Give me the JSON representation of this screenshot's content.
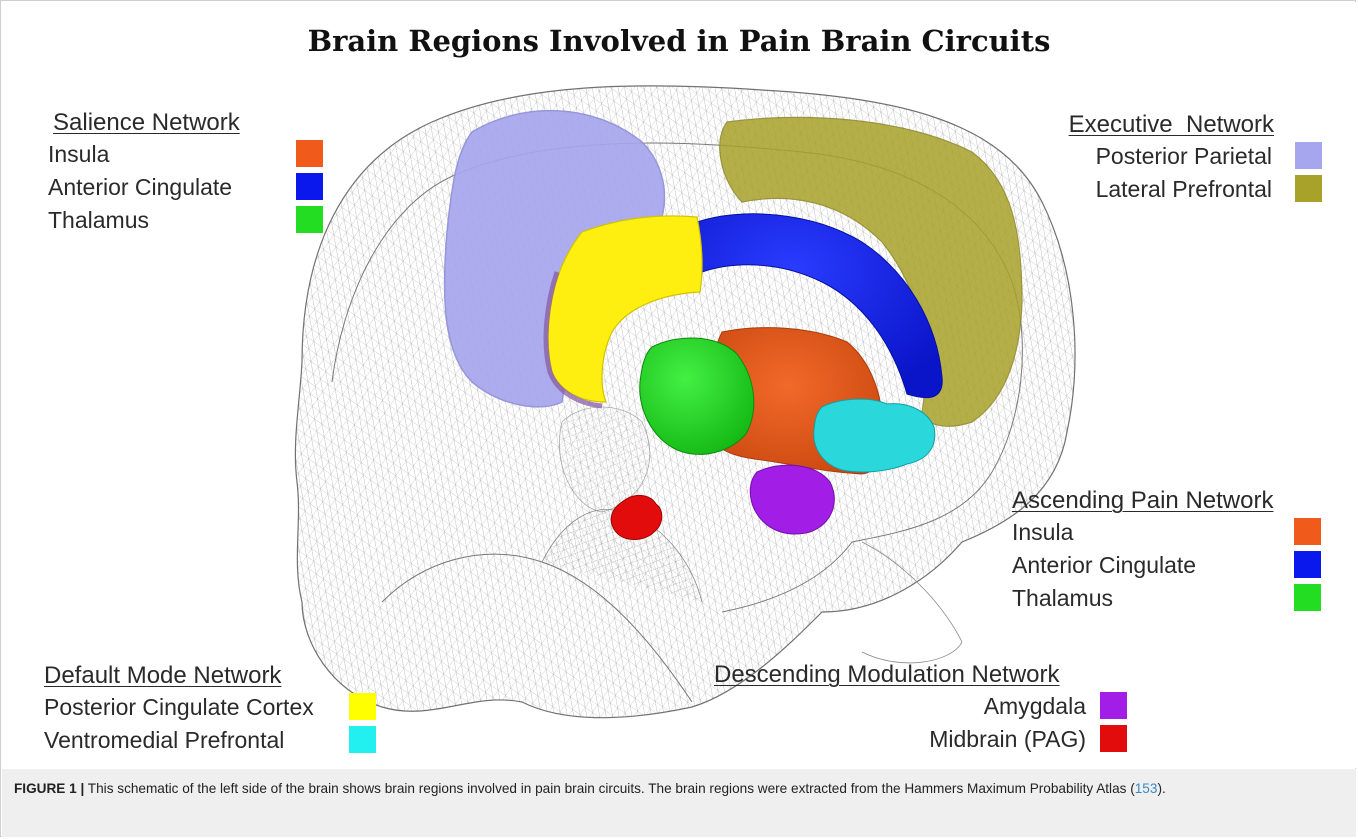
{
  "title": "Brain Regions Involved in Pain Brain Circuits",
  "colors": {
    "insula": "#f05a1a",
    "anterior_cingulate": "#0a18ee",
    "thalamus": "#22dd22",
    "posterior_parietal": "#a6a6ee",
    "lateral_prefrontal": "#a9a22a",
    "posterior_cingulate_cortex": "#ffff00",
    "ventromedial_prefrontal": "#22f0f0",
    "amygdala": "#a21ee6",
    "midbrain_pag": "#e20c0c"
  },
  "legends": {
    "salience": {
      "heading": "Salience Network",
      "items": [
        {
          "label": "Insula",
          "color": "#f05a1a"
        },
        {
          "label": "Anterior Cingulate",
          "color": "#0a18ee"
        },
        {
          "label": "Thalamus",
          "color": "#22dd22"
        }
      ]
    },
    "executive": {
      "heading": "Executive  Network",
      "items": [
        {
          "label": "Posterior Parietal",
          "color": "#a6a6ee"
        },
        {
          "label": "Lateral Prefrontal",
          "color": "#a9a22a"
        }
      ]
    },
    "ascending": {
      "heading": "Ascending Pain Network",
      "items": [
        {
          "label": "Insula",
          "color": "#f05a1a"
        },
        {
          "label": "Anterior Cingulate",
          "color": "#0a18ee"
        },
        {
          "label": "Thalamus",
          "color": "#22dd22"
        }
      ]
    },
    "default_mode": {
      "heading": "Default Mode Network",
      "items": [
        {
          "label": "Posterior Cingulate Cortex",
          "color": "#ffff00"
        },
        {
          "label": "Ventromedial Prefrontal",
          "color": "#22f0f0"
        }
      ]
    },
    "descending": {
      "heading": "Descending Modulation Network",
      "items": [
        {
          "label": "Amygdala",
          "color": "#a21ee6"
        },
        {
          "label": "Midbrain (PAG)",
          "color": "#e20c0c"
        }
      ]
    }
  },
  "caption": {
    "lead": "FIGURE 1 |",
    "text": " This schematic of the left side of the brain shows brain regions involved in pain brain circuits. The brain regions were extracted from the Hammers Maximum Probability Atlas (",
    "citation": "153",
    "tail": ")."
  }
}
